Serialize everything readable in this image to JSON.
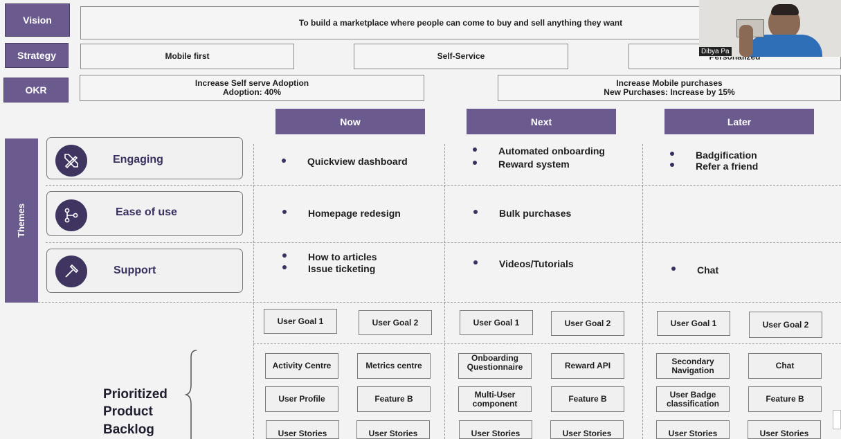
{
  "vision": {
    "label": "Vision",
    "text": "To build a marketplace where people can come to buy and sell anything they want"
  },
  "strategy": {
    "label": "Strategy",
    "items": [
      "Mobile first",
      "Self-Service",
      "Personalized"
    ]
  },
  "okr": {
    "label": "OKR",
    "items": [
      {
        "line1": "Increase Self serve Adoption",
        "line2": "Adoption: 40%"
      },
      {
        "line1": "Increase Mobile purchases",
        "line2": "New Purchases: Increase by 15%"
      }
    ]
  },
  "columns": [
    "Now",
    "Next",
    "Later"
  ],
  "themes_label": "Themes",
  "themes": [
    {
      "name": "Engaging",
      "icon": "pencil-ruler-icon",
      "now": [
        "Quickview dashboard"
      ],
      "next": [
        "Automated onboarding",
        "Reward system"
      ],
      "later": [
        "Badgification",
        "Refer a friend"
      ]
    },
    {
      "name": "Ease of use",
      "icon": "flow-branch-icon",
      "now": [
        "Homepage redesign"
      ],
      "next": [
        "Bulk purchases"
      ],
      "later": []
    },
    {
      "name": "Support",
      "icon": "hammer-icon",
      "now": [
        "How to articles",
        "Issue ticketing"
      ],
      "next": [
        "Videos/Tutorials"
      ],
      "later": [
        "Chat"
      ]
    }
  ],
  "goals": [
    "User Goal 1",
    "User Goal 2",
    "User Goal 1",
    "User Goal 2",
    "User Goal 1",
    "User Goal 2"
  ],
  "backlog": {
    "title_lines": [
      "Prioritized",
      "Product",
      "Backlog"
    ],
    "row1": [
      "Activity Centre",
      "Metrics centre",
      "Onboarding Questionnaire",
      "Reward API",
      "Secondary Navigation",
      "Chat"
    ],
    "row2": [
      "User Profile",
      "Feature B",
      "Multi-User component",
      "Feature B",
      "User Badge classification",
      "Feature B"
    ],
    "row3": [
      "User Stories",
      "User Stories",
      "User Stories",
      "User Stories",
      "User Stories",
      "User Stories"
    ]
  },
  "video": {
    "participant_name": "Dibya Pa"
  },
  "colors": {
    "accent": "#6a5a8e",
    "icon_bg": "#3f3560"
  }
}
